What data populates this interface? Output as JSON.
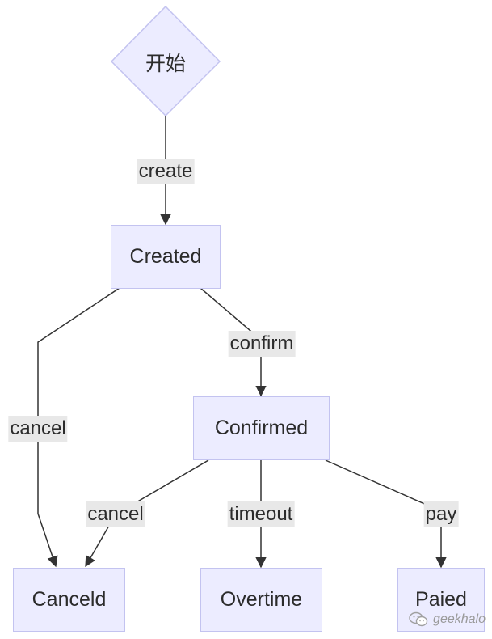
{
  "diagram": {
    "start": "开始",
    "nodes": {
      "created": "Created",
      "confirmed": "Confirmed",
      "canceled": "Canceld",
      "overtime": "Overtime",
      "paid": "Paied"
    },
    "edges": {
      "create": "create",
      "confirm": "confirm",
      "cancel_from_created": "cancel",
      "cancel_from_confirmed": "cancel",
      "timeout": "timeout",
      "pay": "pay"
    }
  },
  "watermark": {
    "text": "geekhalo",
    "icon": "wechat-icon"
  },
  "colors": {
    "node_fill": "#ececff",
    "node_border": "#c3c3f0",
    "edge": "#333333",
    "label_bg": "#e8e8e8"
  }
}
